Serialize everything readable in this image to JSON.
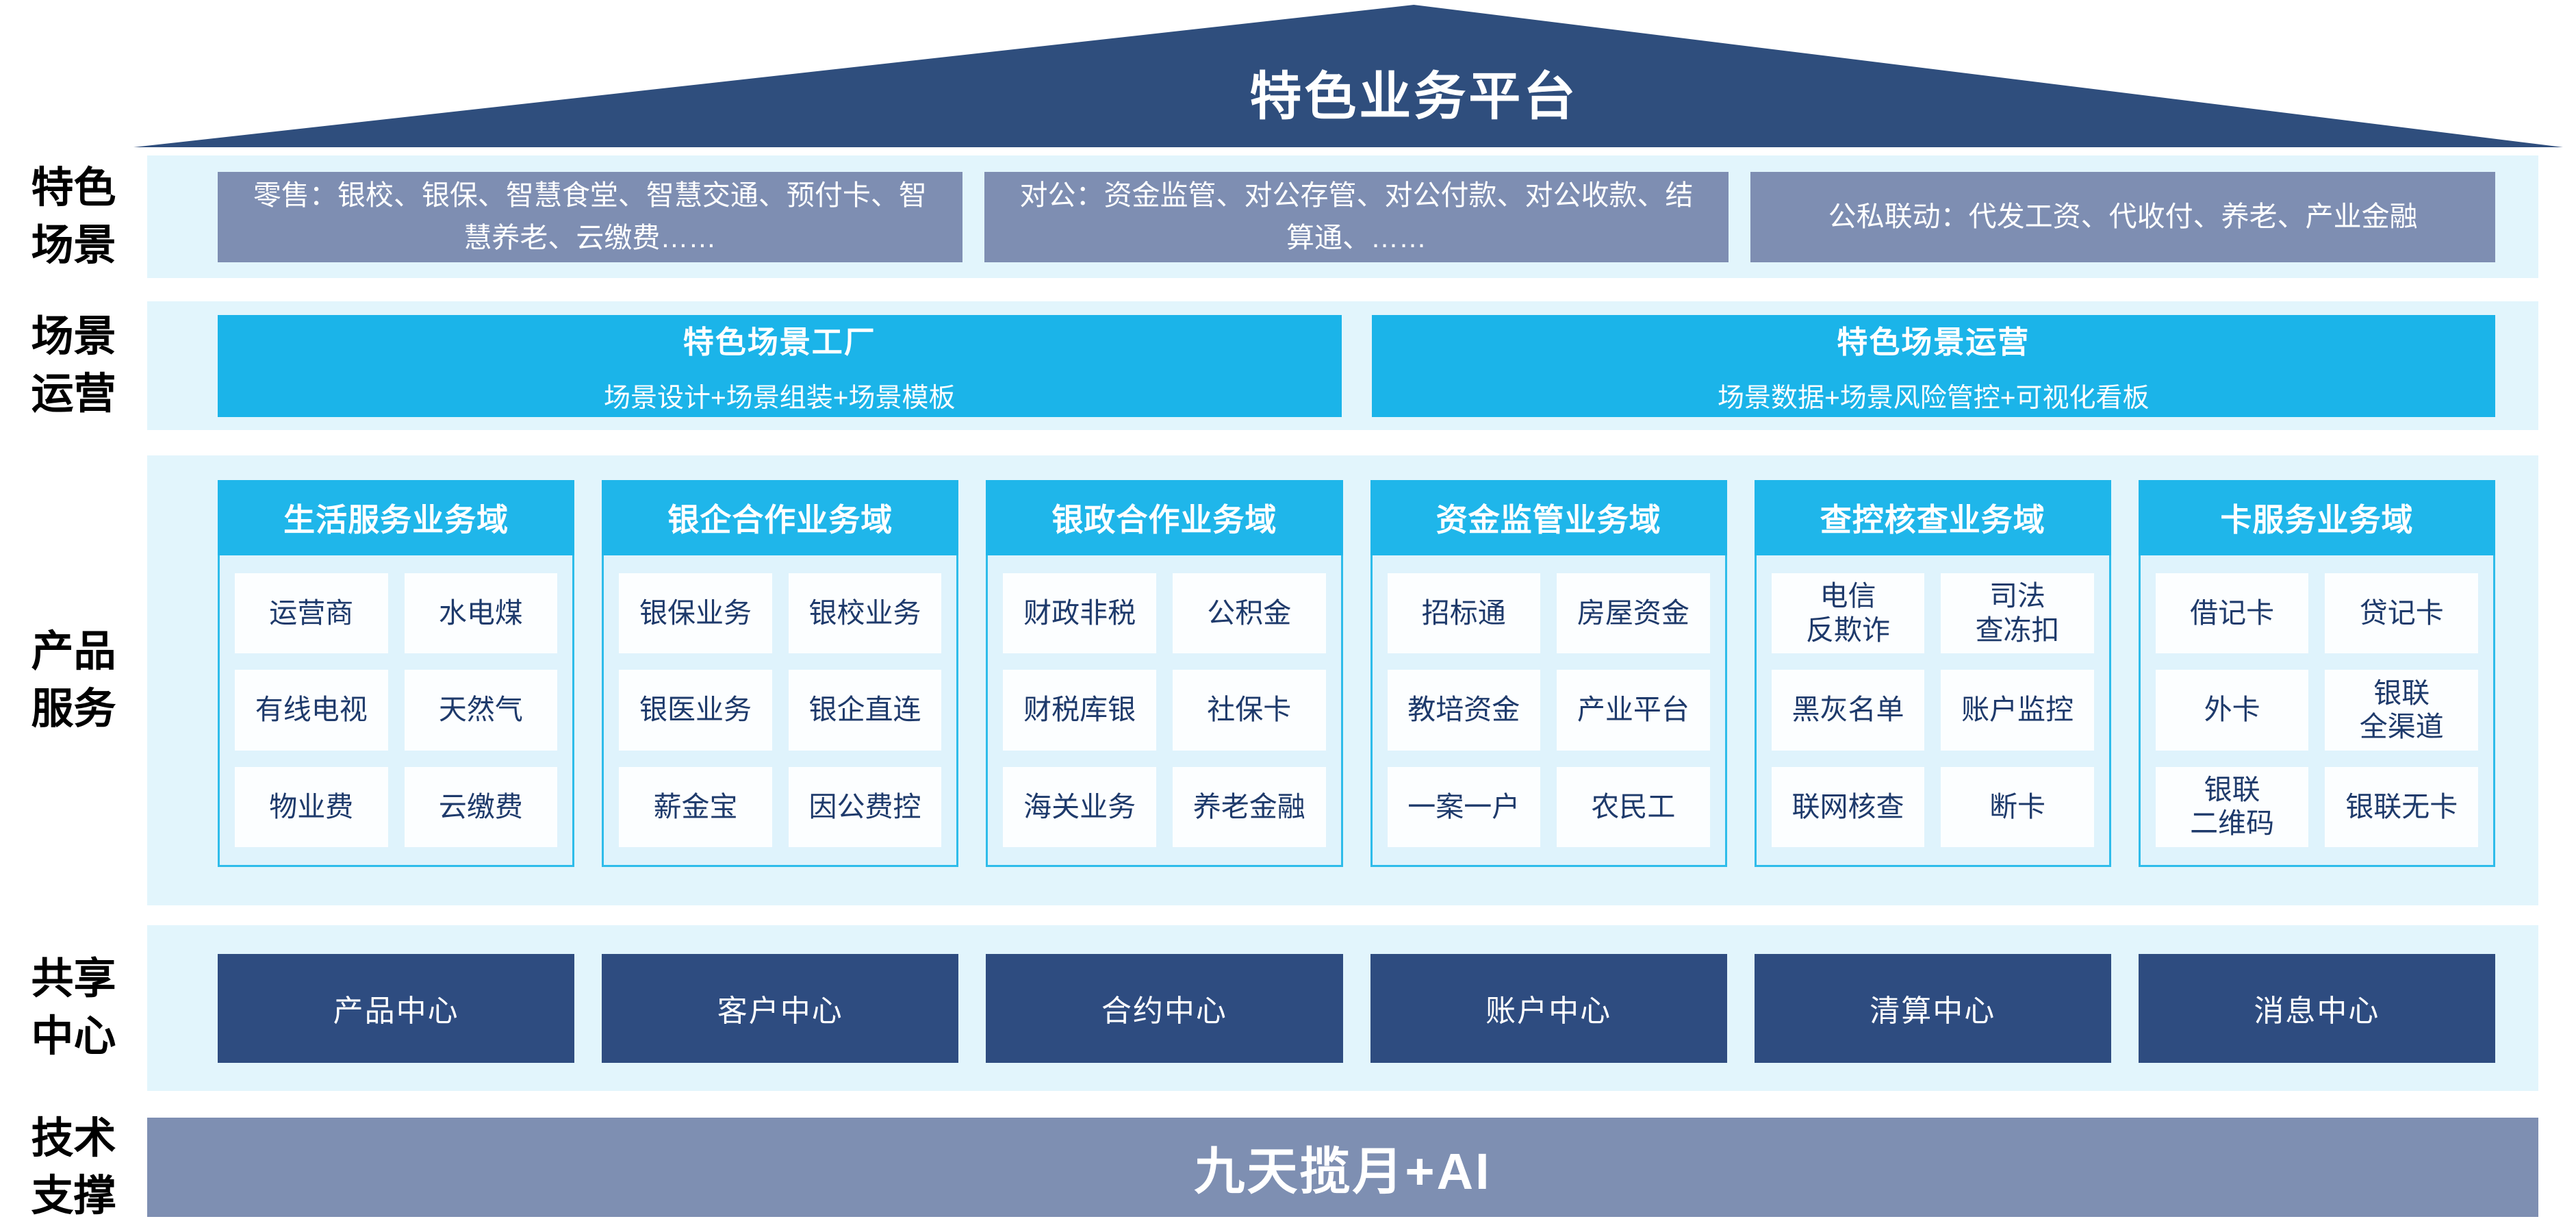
{
  "roof": {
    "title": "特色业务平台"
  },
  "colors": {
    "roof_navy": "#2F4E7D",
    "scene_box_slate": "#7E8EB2",
    "band_background": "#E2F5FC",
    "cyan_box": "#1BB4E9",
    "domain_header_cyan": "#1FB6EA",
    "panel_background": "#DFF3FC",
    "panel_border": "#2EBCEA",
    "cell_text_navy": "#1E3A6B",
    "center_box_navy": "#2E4C80",
    "tech_bar_slate": "#7E8FB2"
  },
  "scene_row": {
    "label": "特色\n场景",
    "boxes": [
      "零售：银校、银保、智慧食堂、智慧交通、预付卡、智慧养老、云缴费……",
      "对公：资金监管、对公存管、对公付款、对公收款、结算通、……",
      "公私联动：代发工资、代收付、养老、产业金融"
    ]
  },
  "operation_row": {
    "label": "场景\n运营",
    "boxes": [
      {
        "title": "特色场景工厂",
        "subtitle": "场景设计+场景组装+场景模板"
      },
      {
        "title": "特色场景运营",
        "subtitle": "场景数据+场景风险管控+可视化看板"
      }
    ]
  },
  "product_row": {
    "label": "产品\n服务",
    "domains": [
      {
        "title": "生活服务业务域",
        "items": [
          "运营商",
          "水电煤",
          "有线电视",
          "天然气",
          "物业费",
          "云缴费"
        ]
      },
      {
        "title": "银企合作业务域",
        "items": [
          "银保业务",
          "银校业务",
          "银医业务",
          "银企直连",
          "薪金宝",
          "因公费控"
        ]
      },
      {
        "title": "银政合作业务域",
        "items": [
          "财政非税",
          "公积金",
          "财税库银",
          "社保卡",
          "海关业务",
          "养老金融"
        ]
      },
      {
        "title": "资金监管业务域",
        "items": [
          "招标通",
          "房屋资金",
          "教培资金",
          "产业平台",
          "一案一户",
          "农民工"
        ]
      },
      {
        "title": "查控核查业务域",
        "items": [
          "电信\n反欺诈",
          "司法\n查冻扣",
          "黑灰名单",
          "账户监控",
          "联网核查",
          "断卡"
        ]
      },
      {
        "title": "卡服务业务域",
        "items": [
          "借记卡",
          "贷记卡",
          "外卡",
          "银联\n全渠道",
          "银联\n二维码",
          "银联无卡"
        ]
      }
    ]
  },
  "center_row": {
    "label": "共享\n中心",
    "centers": [
      "产品中心",
      "客户中心",
      "合约中心",
      "账户中心",
      "清算中心",
      "消息中心"
    ]
  },
  "tech_row": {
    "label": "技术\n支撑",
    "bar": "九天揽月+AI"
  }
}
